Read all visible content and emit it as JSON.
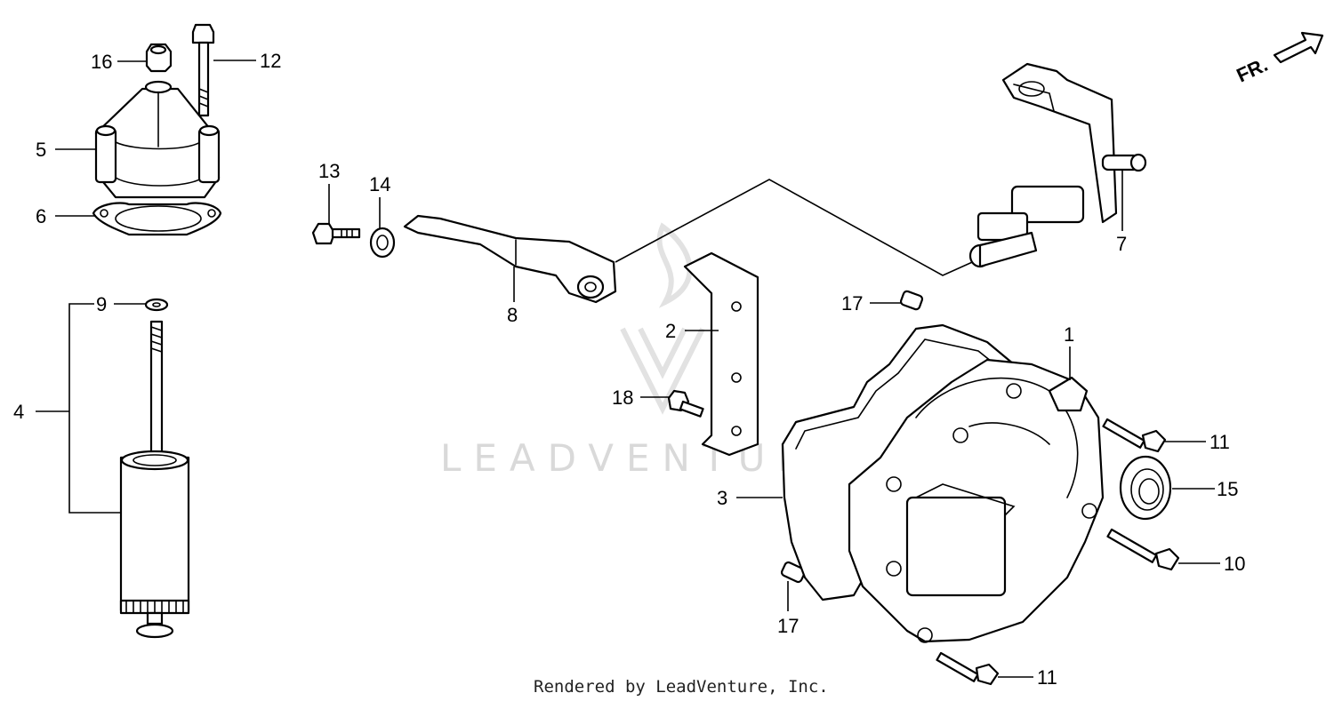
{
  "callouts": {
    "c1": "1",
    "c2": "2",
    "c3": "3",
    "c4": "4",
    "c5": "5",
    "c6": "6",
    "c7": "7",
    "c8": "8",
    "c9": "9",
    "c10": "10",
    "c11a": "11",
    "c11b": "11",
    "c12": "12",
    "c13": "13",
    "c14": "14",
    "c15": "15",
    "c16": "16",
    "c17a": "17",
    "c17b": "17",
    "c18": "18"
  },
  "direction_label": "FR.",
  "watermark_text": "LEADVENTURE",
  "footer_text": "Rendered by LeadVenture, Inc."
}
